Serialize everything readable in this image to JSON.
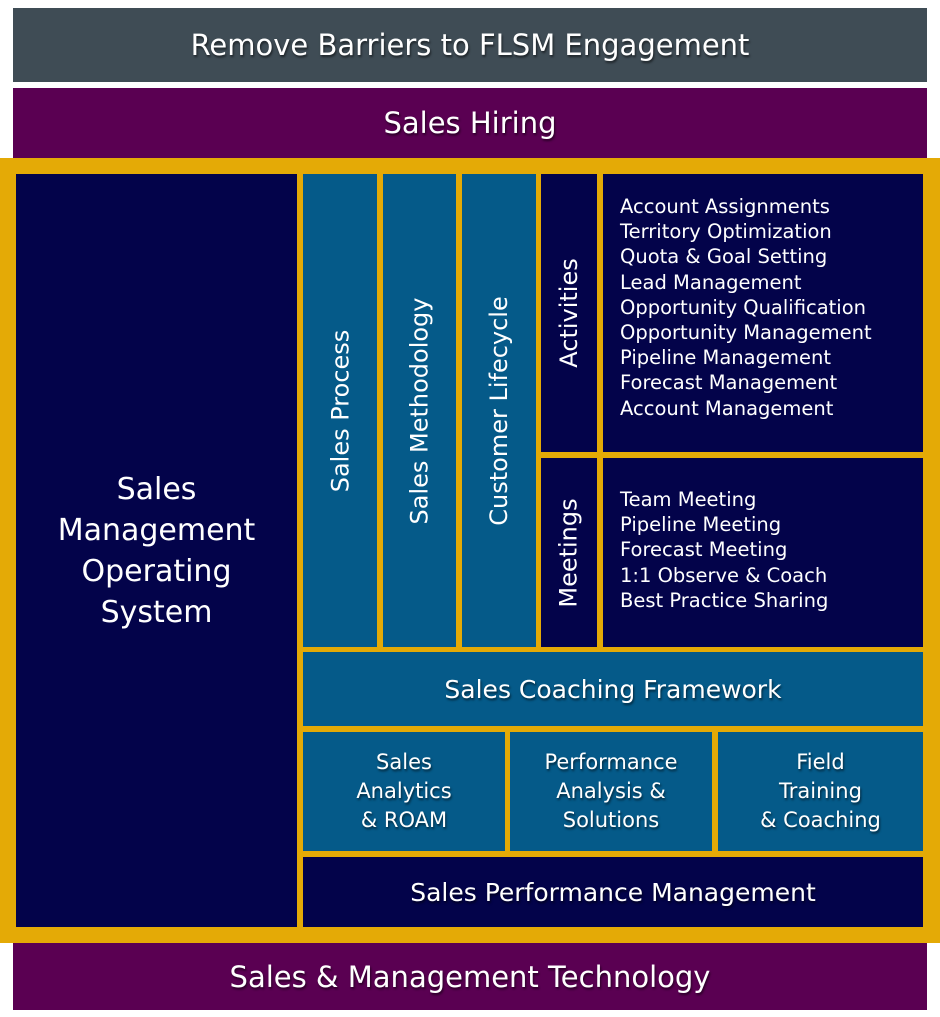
{
  "colors": {
    "top_bar": "#3f4c55",
    "purple_bars": "#5a0052",
    "frame_gold": "#e4aa06",
    "navy": "#03034a",
    "blue": "#055a89",
    "text": "#ffffff"
  },
  "top_bar": {
    "label": "Remove Barriers to FLSM Engagement"
  },
  "hiring_bar": {
    "label": "Sales Hiring"
  },
  "main": {
    "operating_system": {
      "lines": [
        "Sales",
        "Management",
        "Operating",
        "System"
      ]
    },
    "columns": [
      {
        "label": "Sales Process"
      },
      {
        "label": "Sales Methodology"
      },
      {
        "label": "Customer Lifecycle"
      }
    ],
    "activities": {
      "label": "Activities",
      "items": [
        "Account Assignments",
        "Territory Optimization",
        "Quota & Goal Setting",
        "Lead Management",
        "Opportunity Qualification",
        "Opportunity Management",
        "Pipeline Management",
        "Forecast Management",
        "Account Management"
      ]
    },
    "meetings": {
      "label": "Meetings",
      "items": [
        "Team Meeting",
        "Pipeline Meeting",
        "Forecast Meeting",
        "1:1 Observe & Coach",
        "Best Practice Sharing"
      ]
    },
    "coaching_framework": {
      "label": "Sales Coaching Framework"
    },
    "sub_boxes": [
      {
        "lines": [
          "Sales",
          "Analytics",
          "& ROAM"
        ]
      },
      {
        "lines": [
          "Performance",
          "Analysis &",
          "Solutions"
        ]
      },
      {
        "lines": [
          "Field",
          "Training",
          "& Coaching"
        ]
      }
    ],
    "performance_management": {
      "label": "Sales Performance Management"
    }
  },
  "technology_bar": {
    "label": "Sales & Management Technology"
  }
}
